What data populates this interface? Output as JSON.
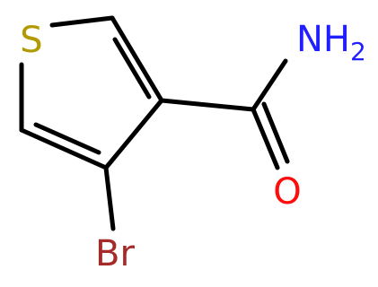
{
  "molecule": {
    "atoms": {
      "sulfur": {
        "label": "S",
        "color": "#b29b00"
      },
      "nitrogen": {
        "label": "NH",
        "subscript": "2",
        "color": "#2020ff"
      },
      "oxygen": {
        "label": "O",
        "color": "#ff0d0d"
      },
      "bromine": {
        "label": "Br",
        "color": "#a52a2a"
      }
    }
  }
}
